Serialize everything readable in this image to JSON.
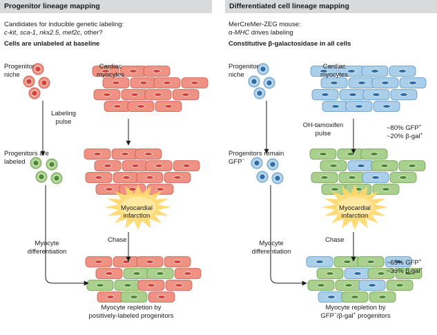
{
  "left_panel": {
    "title": "Progenitor lineage mapping",
    "candidates_intro": "Candidates for inducible genetic labeling:",
    "candidates_list": [
      "c-kit",
      "sca-1",
      "nkx2.5",
      "mef2c"
    ],
    "candidates_sep": ", ",
    "candidates_suffix": ", other?",
    "baseline_heading": "Cells are unlabeled at baseline",
    "progenitor_niche": [
      "Progenitor",
      "niche"
    ],
    "cardiac_myocytes": [
      "Cardiac",
      "myocytes"
    ],
    "labeling_pulse": [
      "Labeling",
      "pulse"
    ],
    "progenitors_labeled": [
      "Progenitors are",
      "labeled"
    ],
    "infarction": [
      "Myocardial",
      "infarction"
    ],
    "chase": "Chase",
    "myocyte_differentiation": [
      "Myocyte",
      "differentiation"
    ],
    "result": [
      "Myocyte repletion by",
      "positively-labeled progenitors"
    ]
  },
  "right_panel": {
    "title": "Differentiated cell lineage mapping",
    "mouse_line": "MerCreMer-ZEG mouse:",
    "alpha_prefix": "α-",
    "mhc_gene": "MHC",
    "drives_labeling": " drives labeling",
    "constitutive_heading": "Constitutive β-galactosidase in all cells",
    "progenitor_niche": [
      "Progenitor",
      "niche"
    ],
    "cardiac_myocytes": [
      "Cardiac",
      "myocytes"
    ],
    "tamoxifen_pulse": [
      "OH-tamoxifen",
      "pulse"
    ],
    "progenitors_remain": "Progenitors remain",
    "gfp_negative": "GFP",
    "sup_minus": "−",
    "sup_plus": "+",
    "after_pulse": {
      "gfp": "~80% GFP",
      "bgal": "~20% β-gal"
    },
    "infarction": [
      "Myocardial",
      "infarction"
    ],
    "chase": "Chase",
    "myocyte_differentiation": [
      "Myocyte",
      "differentiation"
    ],
    "after_chase": {
      "gfp": "~65% GFP",
      "bgal": "~35% β-gal"
    },
    "result_line1": "Myocyte repletion by",
    "result_line2_gfp": "GFP",
    "result_line2_bgal": "/β-gal",
    "result_line2_tail": " progenitors"
  },
  "colors": {
    "header_bg": "#d9dadb",
    "red_fill": "#ef9283",
    "red_stroke": "#c95a4b",
    "red_nucleus": "#d7433a",
    "green_fill": "#a9d08c",
    "green_stroke": "#6a9e4c",
    "green_nucleus": "#4e8a34",
    "blue_fill": "#a9cfea",
    "blue_stroke": "#5c93c2",
    "blue_nucleus": "#2f6ea8",
    "burst": "#ffd76a",
    "arrow": "#1a1a1a"
  }
}
